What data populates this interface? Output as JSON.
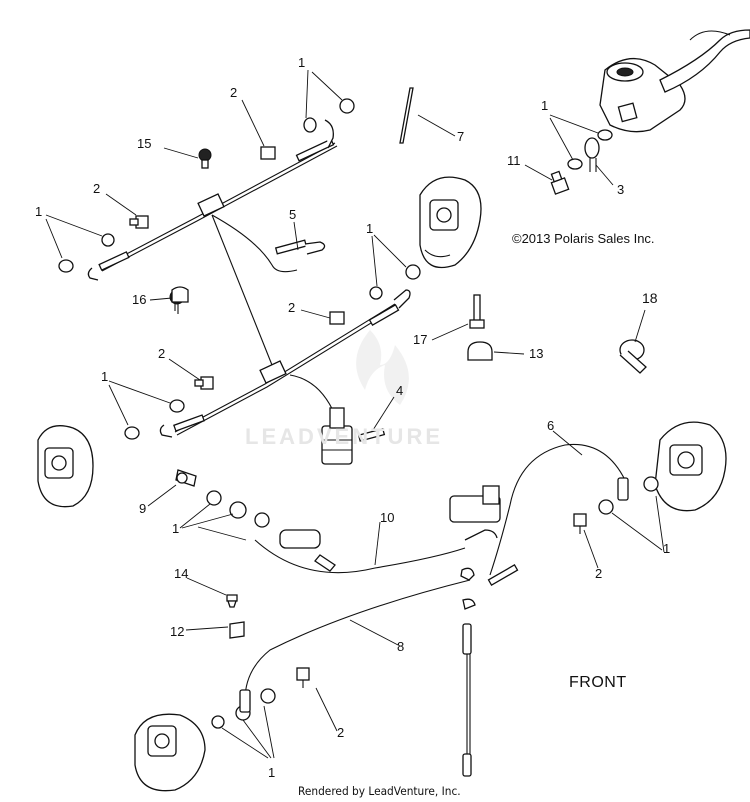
{
  "diagram": {
    "copyright": "©2013 Polaris Sales Inc.",
    "front_label": "FRONT",
    "rendered_by": "Rendered by LeadVenture, Inc.",
    "watermark": "LEADVENTURE",
    "callouts": [
      {
        "id": "c1a",
        "text": "1"
      },
      {
        "id": "c2a",
        "text": "2"
      },
      {
        "id": "c15",
        "text": "15"
      },
      {
        "id": "c2b",
        "text": "2"
      },
      {
        "id": "c1b",
        "text": "1"
      },
      {
        "id": "c7",
        "text": "7"
      },
      {
        "id": "c1c",
        "text": "1"
      },
      {
        "id": "c11",
        "text": "11"
      },
      {
        "id": "c3",
        "text": "3"
      },
      {
        "id": "c5",
        "text": "5"
      },
      {
        "id": "c1d",
        "text": "1"
      },
      {
        "id": "c16",
        "text": "16"
      },
      {
        "id": "c2c",
        "text": "2"
      },
      {
        "id": "c18",
        "text": "18"
      },
      {
        "id": "c17",
        "text": "17"
      },
      {
        "id": "c13",
        "text": "13"
      },
      {
        "id": "c2d",
        "text": "2"
      },
      {
        "id": "c1e",
        "text": "1"
      },
      {
        "id": "c4",
        "text": "4"
      },
      {
        "id": "c6",
        "text": "6"
      },
      {
        "id": "c9",
        "text": "9"
      },
      {
        "id": "c10",
        "text": "10"
      },
      {
        "id": "c1f",
        "text": "1"
      },
      {
        "id": "c1g",
        "text": "1"
      },
      {
        "id": "c2e",
        "text": "2"
      },
      {
        "id": "c14",
        "text": "14"
      },
      {
        "id": "c12",
        "text": "12"
      },
      {
        "id": "c8",
        "text": "8"
      },
      {
        "id": "c2f",
        "text": "2"
      },
      {
        "id": "c1h",
        "text": "1"
      }
    ]
  }
}
